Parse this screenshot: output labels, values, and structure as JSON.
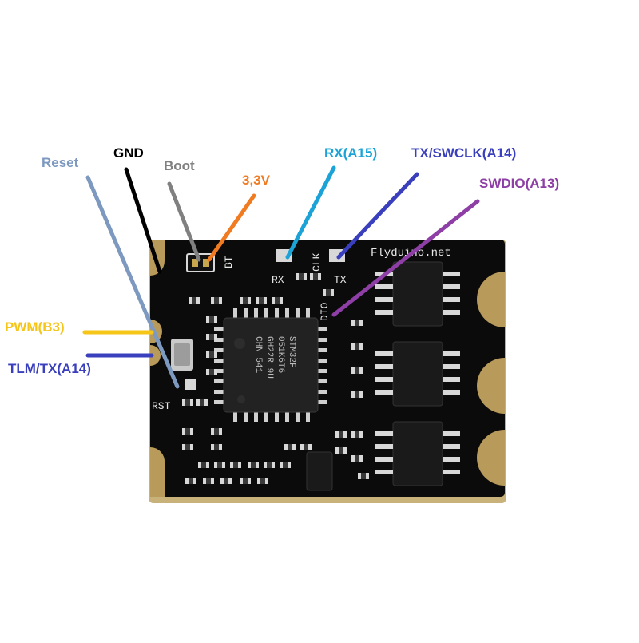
{
  "board": {
    "silkscreen_brand": "Flyduino.net",
    "silkscreen_rst": "RST",
    "silkscreen_rx": "RX",
    "silkscreen_tx": "TX",
    "silkscreen_clk": "CLK",
    "silkscreen_dio": "DIO",
    "silkscreen_bt": "BT",
    "mcu_line1": "STM32F",
    "mcu_line2": "051K6T6",
    "mcu_line3": "GH22R 9U",
    "mcu_line4": "CHN 541",
    "pcb_color": "#0b0b0b",
    "pad_color": "#b89a5a"
  },
  "labels": {
    "reset": "Reset",
    "gnd": "GND",
    "boot": "Boot",
    "v33": "3,3V",
    "rx": "RX(A15)",
    "tx_swclk": "TX/SWCLK(A14)",
    "swdio": "SWDIO(A13)",
    "pwm": "PWM(B3)",
    "tlm": "TLM/TX(A14)"
  },
  "colors": {
    "reset": "#7d99c0",
    "gnd": "#000000",
    "boot": "#808080",
    "v33": "#f07b21",
    "rx": "#1ba3d8",
    "tx_swclk": "#3a3fbd",
    "swdio": "#8e3fa6",
    "pwm": "#f5c518",
    "tlm": "#3a3fbd"
  }
}
